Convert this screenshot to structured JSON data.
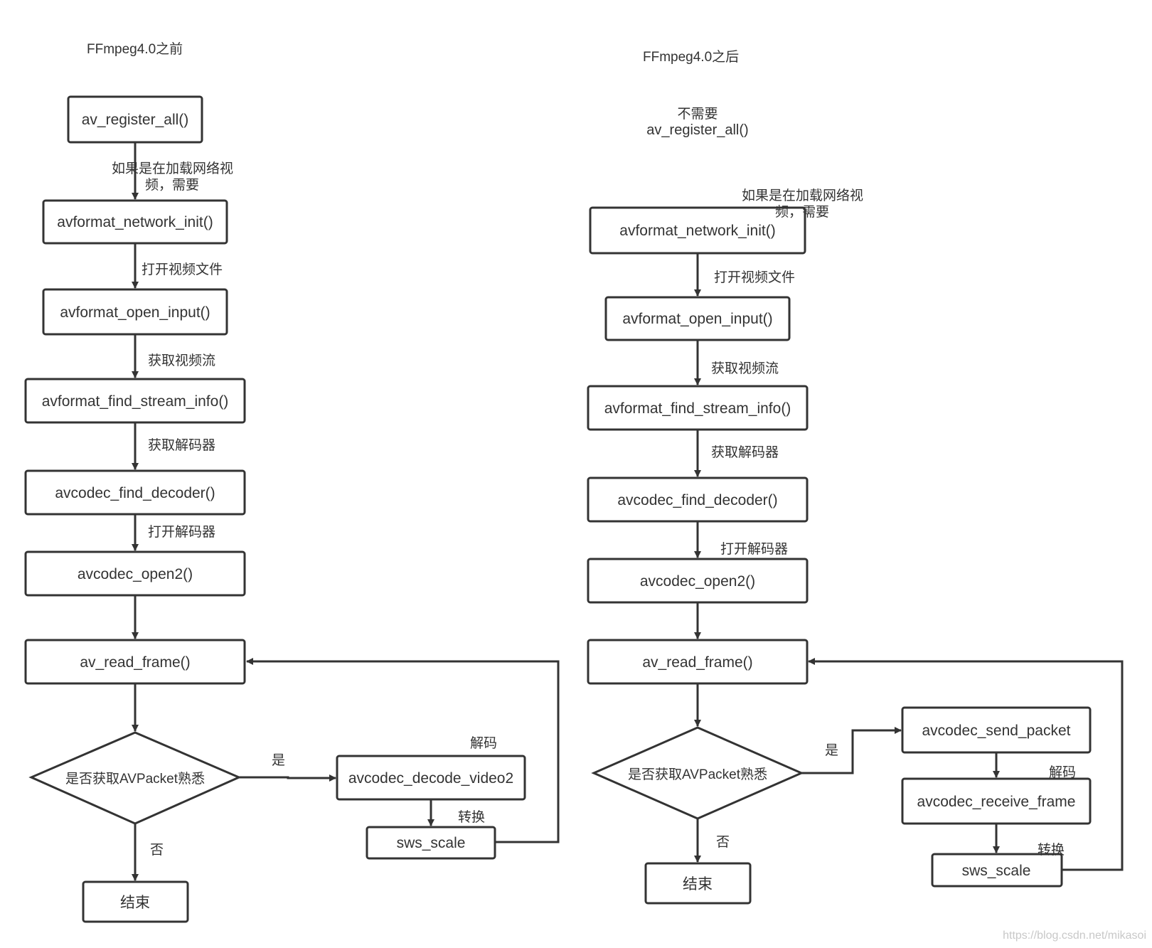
{
  "before": {
    "title": "FFmpeg4.0之前",
    "nodes": {
      "register": "av_register_all()",
      "network": "avformat_network_init()",
      "open_input": "avformat_open_input()",
      "find_stream": "avformat_find_stream_info()",
      "find_decoder": "avcodec_find_decoder()",
      "open2": "avcodec_open2()",
      "read_frame": "av_read_frame()",
      "decision": "是否获取AVPacket熟悉",
      "decode": "avcodec_decode_video2",
      "sws": "sws_scale",
      "end": "结束"
    },
    "edges": {
      "network_line1": "如果是在加载网络视",
      "network_line2": "频，需要",
      "open_file": "打开视频文件",
      "get_stream": "获取视频流",
      "get_decoder": "获取解码器",
      "open_decoder": "打开解码器",
      "yes": "是",
      "no": "否",
      "decode": "解码",
      "convert": "转换"
    }
  },
  "after": {
    "title": "FFmpeg4.0之后",
    "no_register_line1": "不需要",
    "no_register_line2": "av_register_all()",
    "nodes": {
      "network": "avformat_network_init()",
      "open_input": "avformat_open_input()",
      "find_stream": "avformat_find_stream_info()",
      "find_decoder": "avcodec_find_decoder()",
      "open2": "avcodec_open2()",
      "read_frame": "av_read_frame()",
      "decision": "是否获取AVPacket熟悉",
      "send_packet": "avcodec_send_packet",
      "receive_frame": "avcodec_receive_frame",
      "sws": "sws_scale",
      "end": "结束"
    },
    "edges": {
      "network_line1": "如果是在加载网络视",
      "network_line2": "频，需要",
      "open_file": "打开视频文件",
      "get_stream": "获取视频流",
      "get_decoder": "获取解码器",
      "open_decoder": "打开解码器",
      "yes": "是",
      "no": "否",
      "decode": "解码",
      "convert": "转换"
    }
  },
  "watermark": "https://blog.csdn.net/mikasoi"
}
